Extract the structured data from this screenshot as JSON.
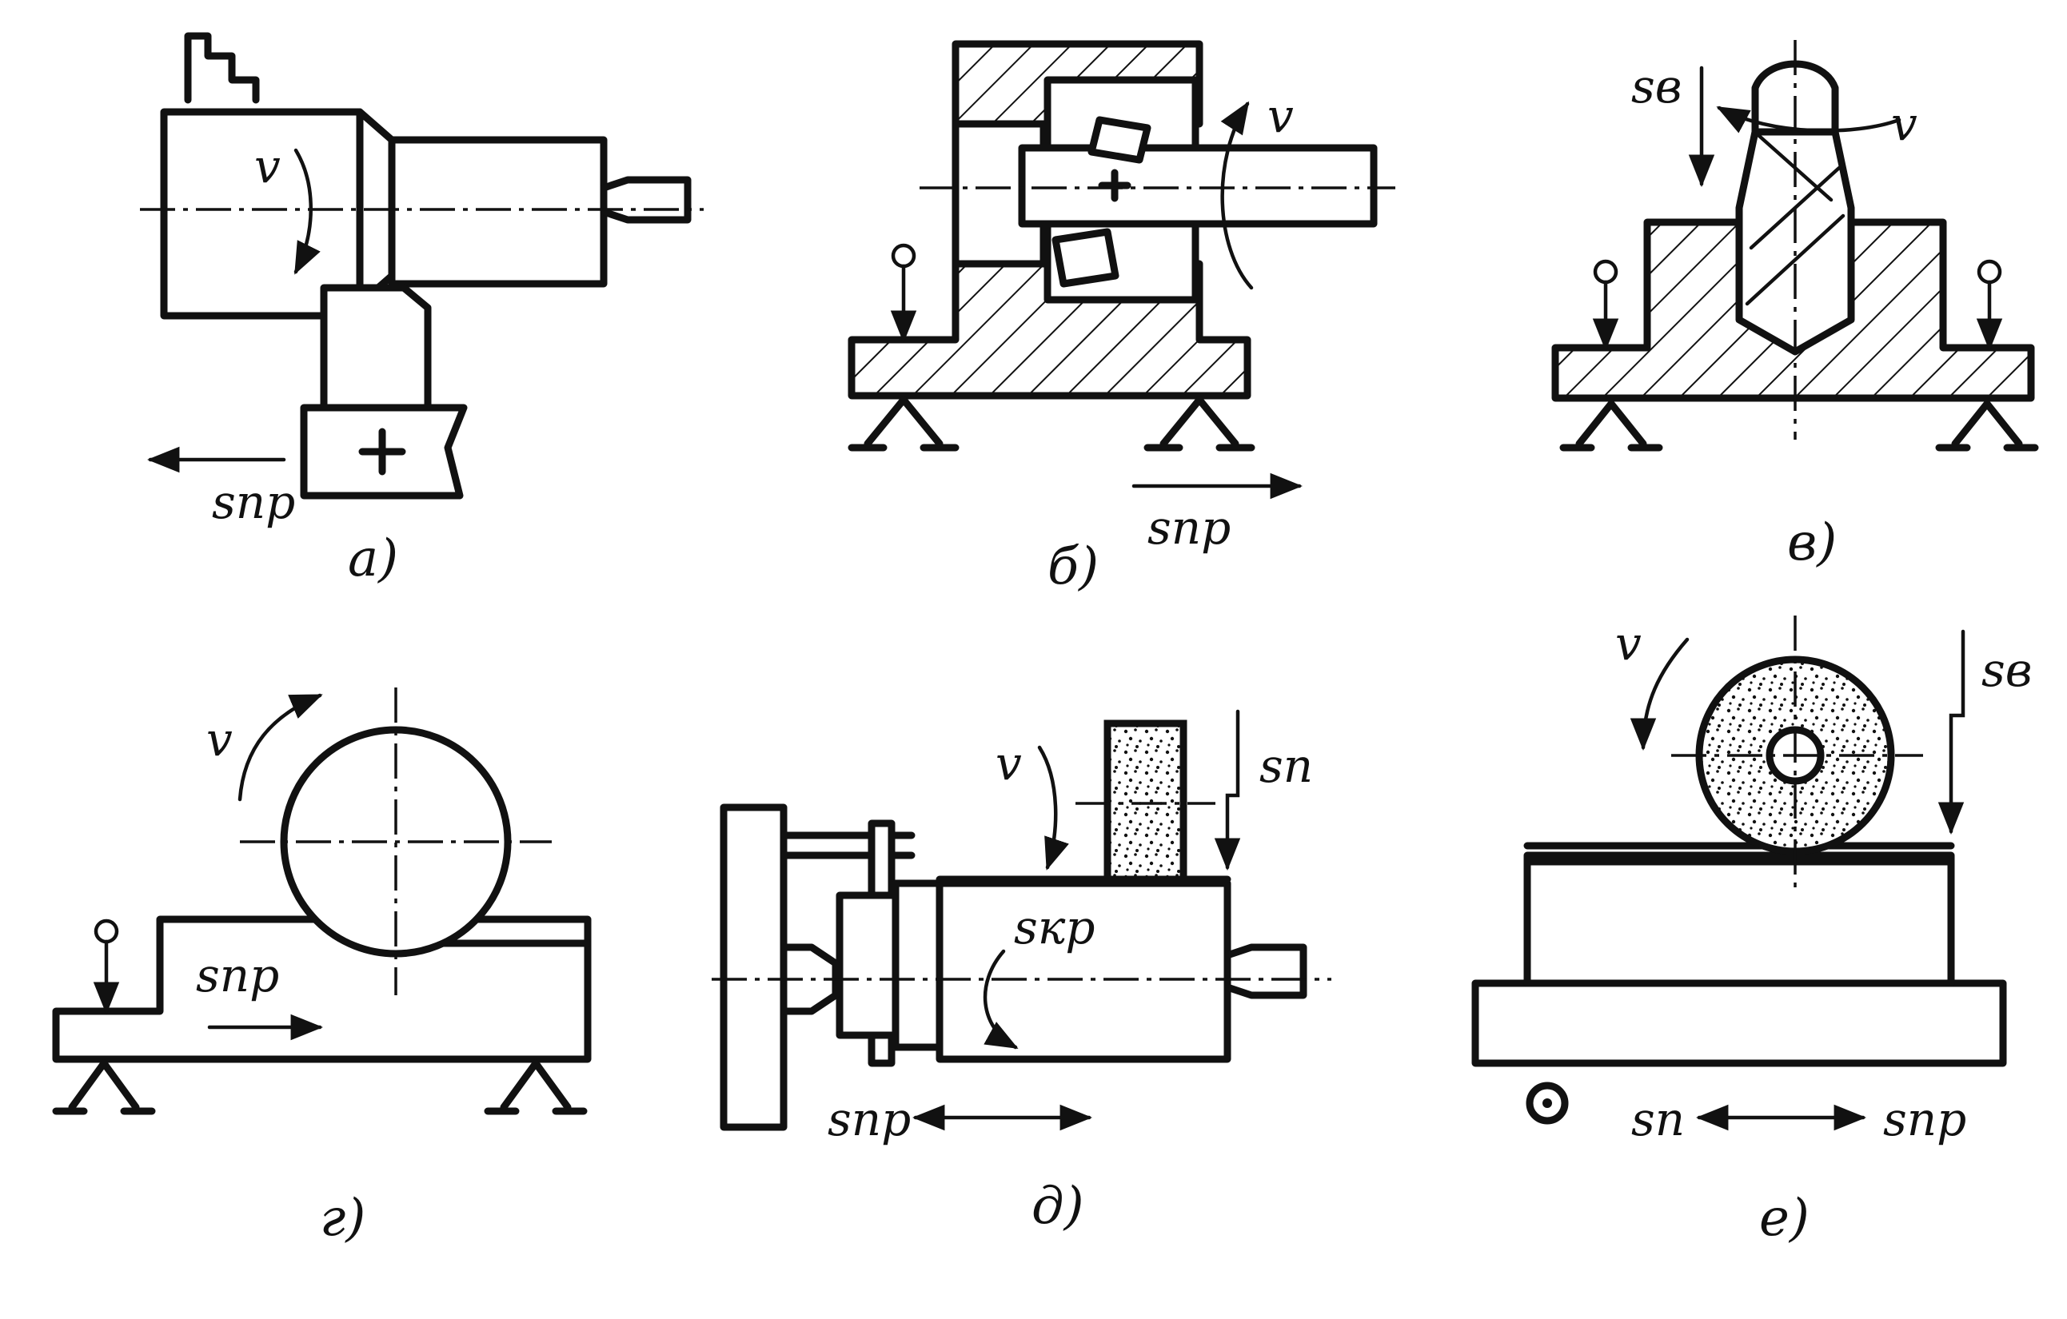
{
  "figure": "cutting-motion-schemes",
  "panels": [
    {
      "id": "a",
      "caption": "а)",
      "labels": {
        "v": "v",
        "feed": "sпр"
      }
    },
    {
      "id": "b",
      "caption": "б)",
      "labels": {
        "v": "v",
        "feed": "sпр"
      }
    },
    {
      "id": "c",
      "caption": "в)",
      "labels": {
        "v": "v",
        "feed": "sв"
      }
    },
    {
      "id": "d",
      "caption": "г)",
      "labels": {
        "v": "v",
        "feed": "sпр"
      }
    },
    {
      "id": "e",
      "caption": "д)",
      "labels": {
        "v": "v",
        "feed_p": "sп",
        "feed_cr": "sкр",
        "feed": "sпр"
      }
    },
    {
      "id": "f",
      "caption": "е)",
      "labels": {
        "v": "v",
        "feed_v": "sв",
        "feed_p": "sп",
        "feed": "sпр"
      }
    }
  ],
  "icons": [
    "arrow-icon",
    "support-icon",
    "clamp-icon",
    "center-icon",
    "pin-icon"
  ],
  "colors": {
    "ink": "#111111",
    "paper": "#ffffff"
  }
}
